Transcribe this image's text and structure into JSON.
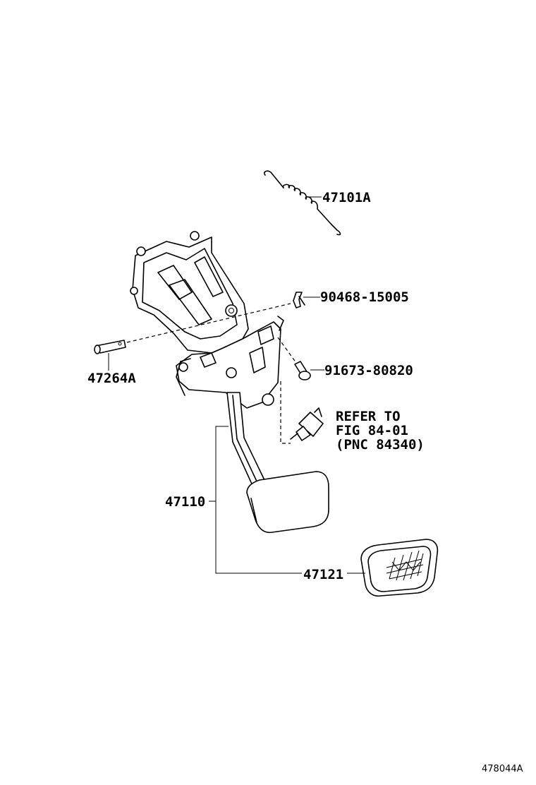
{
  "diagram": {
    "figure_code": "478044A",
    "parts": [
      {
        "id": "spring",
        "label": "47101A"
      },
      {
        "id": "clip",
        "label": "90468-15005"
      },
      {
        "id": "pin",
        "label": "47264A"
      },
      {
        "id": "bolt",
        "label": "91673-80820"
      },
      {
        "id": "pedal",
        "label": "47110"
      },
      {
        "id": "pad",
        "label": "47121"
      }
    ],
    "reference": {
      "line1": "REFER TO",
      "line2": "FIG 84-01",
      "line3": "(PNC 84340)"
    }
  }
}
